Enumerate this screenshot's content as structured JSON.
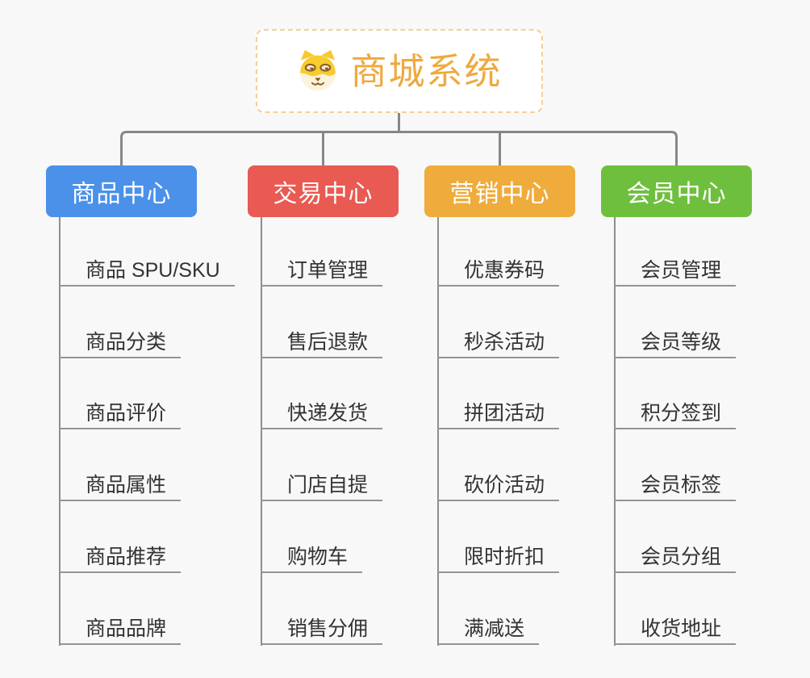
{
  "root": {
    "title": "商城系统",
    "title_color": "#EFA93F",
    "border_color": "#F4CF96",
    "icon": "dog-face-icon"
  },
  "connector_color": "#878787",
  "background_color": "#F8F8F8",
  "branches": [
    {
      "label": "商品中心",
      "color": "#4B91EA",
      "children": [
        "商品 SPU/SKU",
        "商品分类",
        "商品评价",
        "商品属性",
        "商品推荐",
        "商品品牌"
      ]
    },
    {
      "label": "交易中心",
      "color": "#E85A52",
      "children": [
        "订单管理",
        "售后退款",
        "快递发货",
        "门店自提",
        "购物车",
        "销售分佣"
      ]
    },
    {
      "label": "营销中心",
      "color": "#EFAC3C",
      "children": [
        "优惠券码",
        "秒杀活动",
        "拼团活动",
        "砍价活动",
        "限时折扣",
        "满减送"
      ]
    },
    {
      "label": "会员中心",
      "color": "#6FBF3F",
      "children": [
        "会员管理",
        "会员等级",
        "积分签到",
        "会员标签",
        "会员分组",
        "收货地址"
      ]
    }
  ]
}
